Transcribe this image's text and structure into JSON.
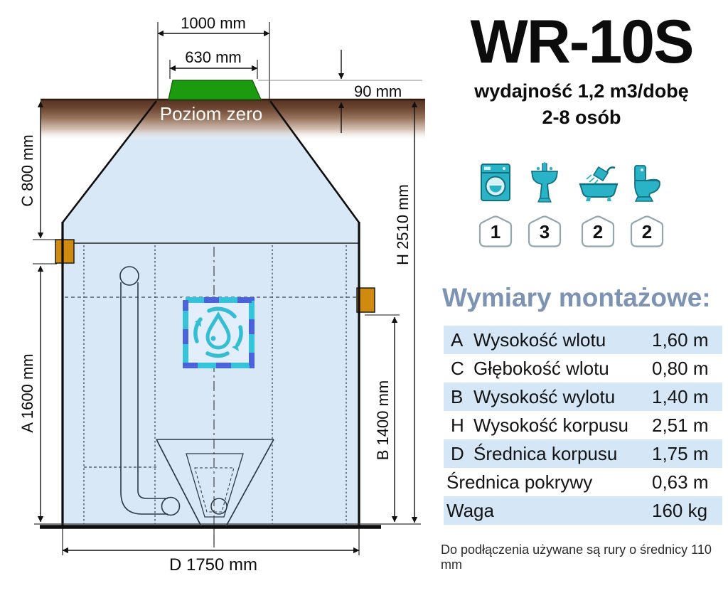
{
  "product": {
    "model": "WR-10S",
    "capacity": "wydajność 1,2 m3/dobę",
    "persons": "2-8 osób"
  },
  "drawing": {
    "top_width": "1000 mm",
    "lid_width": "630 mm",
    "lid_height": "90 mm",
    "ground_level_label": "Poziom zero",
    "inlet_depth": "C 800 mm",
    "inlet_height": "A 1600 mm",
    "body_height": "H 2510 mm",
    "outlet_height": "B 1400 mm",
    "body_diameter": "D 1750 mm"
  },
  "fixtures": [
    {
      "name": "washing-machine",
      "count": "1"
    },
    {
      "name": "washbasin",
      "count": "3"
    },
    {
      "name": "bathtub",
      "count": "2"
    },
    {
      "name": "toilet",
      "count": "2"
    }
  ],
  "table": {
    "title": "Wymiary montażowe:",
    "rows": [
      {
        "letter": "A",
        "label": "Wysokość wlotu",
        "value": "1,60 m"
      },
      {
        "letter": "C",
        "label": "Głębokość wlotu",
        "value": "0,80 m"
      },
      {
        "letter": "B",
        "label": "Wysokość wylotu",
        "value": "1,40 m"
      },
      {
        "letter": "H",
        "label": "Wysokość korpusu",
        "value": "2,51 m"
      },
      {
        "letter": "D",
        "label": "Średnica korpusu",
        "value": "1,75 m"
      },
      {
        "letter": "",
        "label": "Średnica pokrywy",
        "value": "0,63 m"
      },
      {
        "letter": "",
        "label": "Waga",
        "value": "160 kg"
      }
    ]
  },
  "footnote": "Do podłączenia używane są rury o średnicy 110 mm",
  "colors": {
    "tank_fill": "#d9e8f7",
    "lid_green": "#1d9b10",
    "pipe_orange": "#d08a0f",
    "ground_brown": "#553320",
    "icon_teal": "#2ab2c7",
    "table_row_blue": "#d5e6f7",
    "heading_blue": "#7d93b3",
    "logo_blue": "#4a63dd",
    "logo_cyan": "#35bdd3"
  }
}
